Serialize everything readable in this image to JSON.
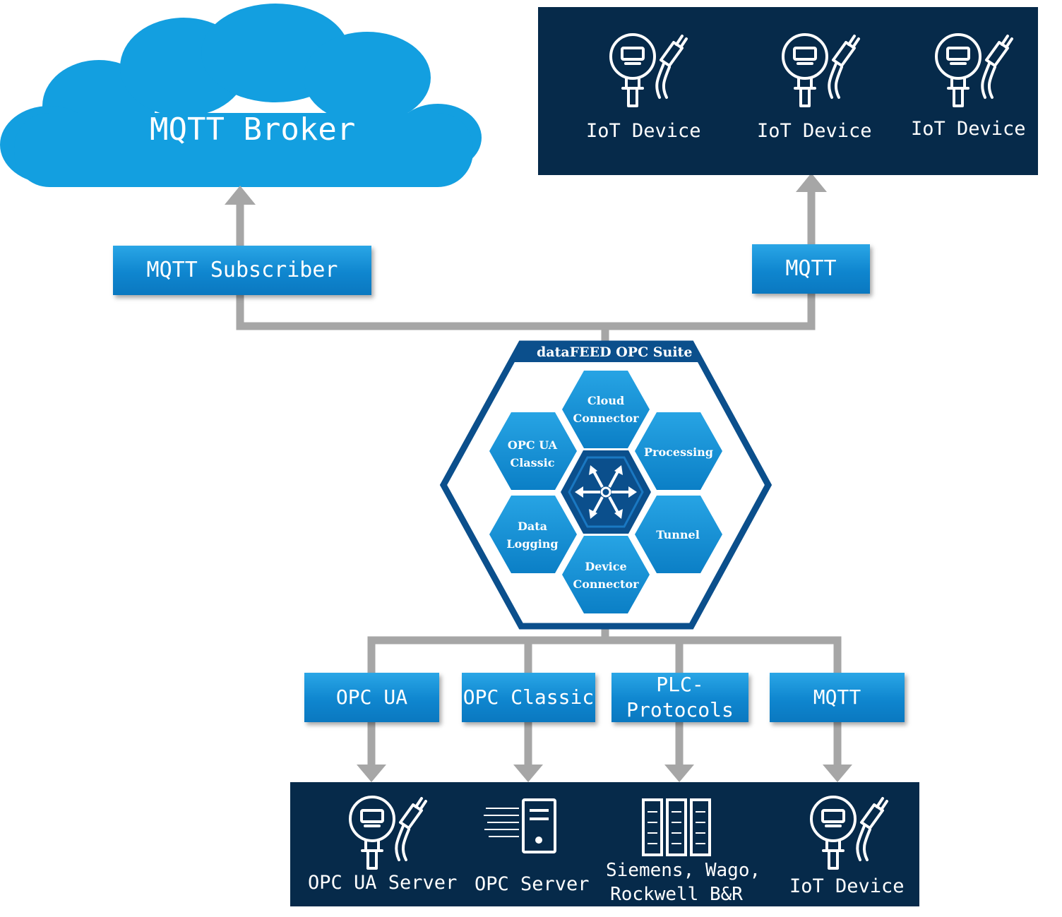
{
  "cloud": {
    "title": "MQTT Broker"
  },
  "top_panel": {
    "devices": [
      {
        "label": "IoT Device",
        "icon": "iot-device-icon"
      },
      {
        "label": "IoT Device",
        "icon": "iot-device-icon"
      },
      {
        "label": "IoT Device",
        "icon": "iot-device-icon"
      }
    ]
  },
  "upper_boxes": {
    "subscriber": "MQTT Subscriber",
    "mqtt": "MQTT"
  },
  "suite": {
    "title": "dataFEED OPC Suite",
    "modules": {
      "cloud_connector": "Cloud\nConnector",
      "opc_classic": "OPC UA\nClassic",
      "processing": "Processing",
      "data_logging": "Data\nLogging",
      "tunnel": "Tunnel",
      "device_connector": "Device\nConnector"
    }
  },
  "lower_boxes": {
    "opc_ua": "OPC UA",
    "opc_classic": "OPC Classic",
    "plc": "PLC-\nProtocols",
    "mqtt": "MQTT"
  },
  "bottom_panel": {
    "opc_ua_server": "OPC UA Server",
    "opc_server": "OPC Server",
    "plc_vendors": "Siemens, Wago,\nRockwell B&R",
    "iot_device": "IoT Device"
  },
  "colors": {
    "panel": "#062a4a",
    "box": "#1390d6",
    "connector": "#a6a6a6",
    "hex_border": "#0b4f8c"
  }
}
